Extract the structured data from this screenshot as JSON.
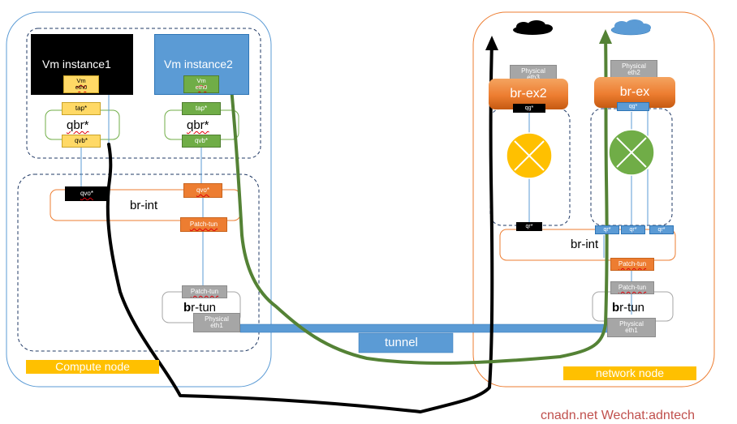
{
  "compute": {
    "label": "Compute node",
    "vm1": {
      "title": "Vm instance1",
      "port": "Vm\neth0"
    },
    "vm2": {
      "title": "Vm instance2",
      "port": "Vm\neth0"
    },
    "qbr1": {
      "label": "qbr*",
      "tap": "tap*",
      "qvb": "qvb*"
    },
    "qbr2": {
      "label": "qbr*",
      "tap": "tap*",
      "qvb": "qvb*"
    },
    "brint": {
      "label": "br-int",
      "qvo1": "qvo*",
      "qvo2": "qvo*",
      "patch": "Patch-tun"
    },
    "brtun": {
      "label_bold": "b",
      "label_rest": "r-tun",
      "patch": "Patch-tun",
      "physical": "Physical\neth1"
    }
  },
  "network": {
    "label": "network node",
    "cloud_black_color": "#000000",
    "cloud_blue_color": "#5b9bd5",
    "brex2": {
      "label": "br-ex2",
      "physical": "Physical\neth3",
      "qg": "qg*",
      "qr": "qr*",
      "router_color": "#ffc000"
    },
    "brex": {
      "label": "br-ex",
      "physical": "Physical\neth2",
      "qg": "qg*",
      "qr": "qr*",
      "router_color": "#70ad47"
    },
    "brint": {
      "label": "br-int",
      "qr1": "qr*",
      "qr2": "qr*",
      "qr3": "qr*",
      "patch": "Patch-tun"
    },
    "brtun": {
      "label_bold": "b",
      "label_rest": "r-tun",
      "patch": "Patch-tun",
      "physical": "Physical\neth1"
    }
  },
  "tunnel": {
    "label": "tunnel"
  },
  "watermark": "cnadn.net Wechat:adntech",
  "colors": {
    "compute_border": "#5b9bd5",
    "network_border": "#ed7d31",
    "path_black": "#000000",
    "path_green": "#548235",
    "label_yellow": "#ffc000",
    "watermark": "#c0504d"
  }
}
